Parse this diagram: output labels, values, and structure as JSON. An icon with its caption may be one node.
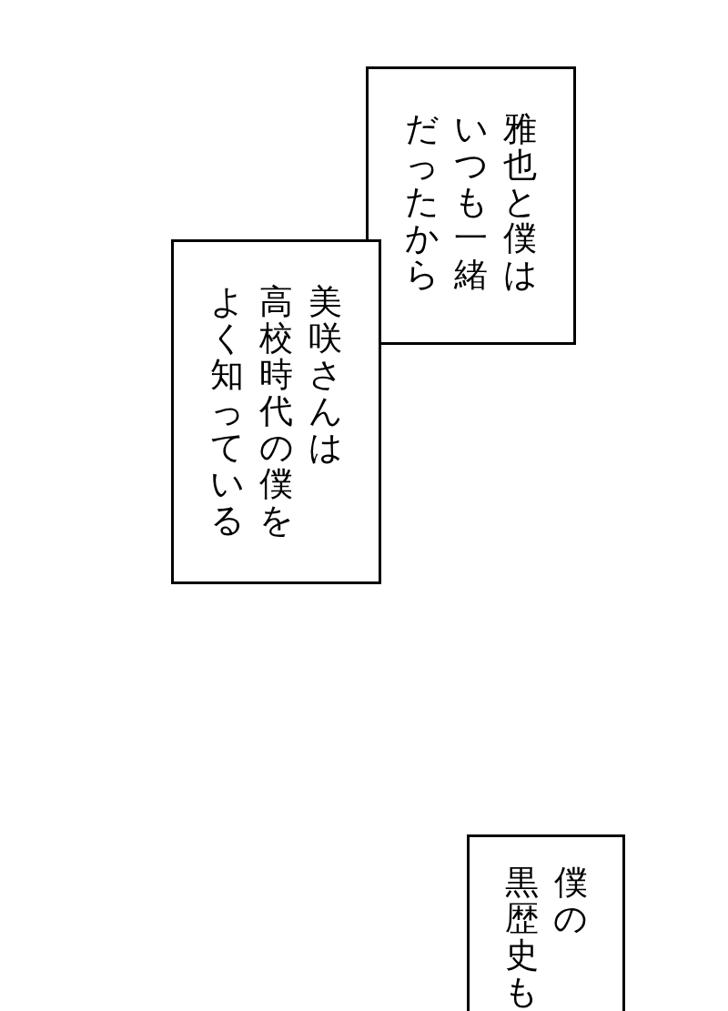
{
  "diagram": {
    "nodes": [
      {
        "text": [
          "雅也と僕はいつも一緒だったから"
        ]
      },
      {
        "text": [
          "美咲さんは高校時代の僕をよく知っている"
        ]
      },
      {
        "text": [
          "僕の黒歴史も"
        ]
      }
    ],
    "edges": []
  }
}
